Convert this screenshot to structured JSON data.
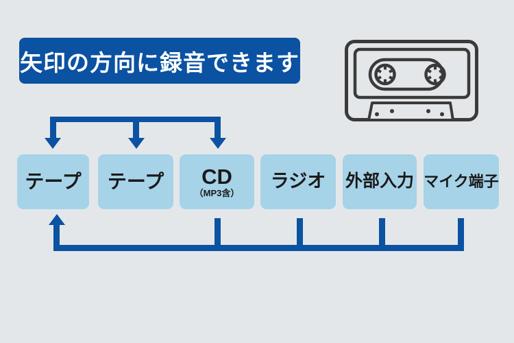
{
  "colors": {
    "bg": "#e4e7e9",
    "accent": "#0b52a2",
    "box-bg": "#a6d3e8",
    "box-text": "#1a1a1a",
    "banner-text": "#ffffff",
    "cassette": "#3a3a3a"
  },
  "banner": {
    "label": "矢印の方向に録音できます"
  },
  "cassette_icon": {
    "name": "cassette-tape"
  },
  "boxes": [
    {
      "label": "テープ"
    },
    {
      "label": "テープ"
    },
    {
      "label": "CD",
      "sublabel": "（MP3含）"
    },
    {
      "label": "ラジオ"
    },
    {
      "label": "外部入力"
    },
    {
      "label": "マイク端子"
    }
  ]
}
